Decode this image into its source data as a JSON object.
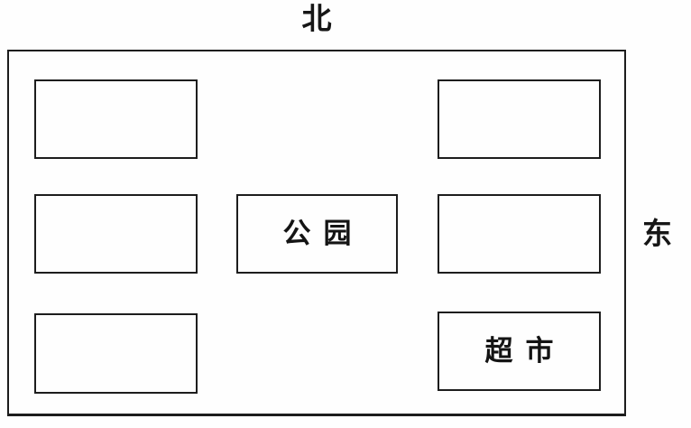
{
  "compass": {
    "north": "北",
    "east": "东"
  },
  "blocks": [
    {
      "id": "left-top",
      "label": ""
    },
    {
      "id": "left-middle",
      "label": ""
    },
    {
      "id": "left-bottom",
      "label": ""
    },
    {
      "id": "center-park",
      "label": "公园"
    },
    {
      "id": "right-top",
      "label": ""
    },
    {
      "id": "right-middle",
      "label": ""
    },
    {
      "id": "right-bottom-supermarket",
      "label": "超市"
    }
  ],
  "colors": {
    "line": "#1d1d1d",
    "background": "#fefefe"
  }
}
